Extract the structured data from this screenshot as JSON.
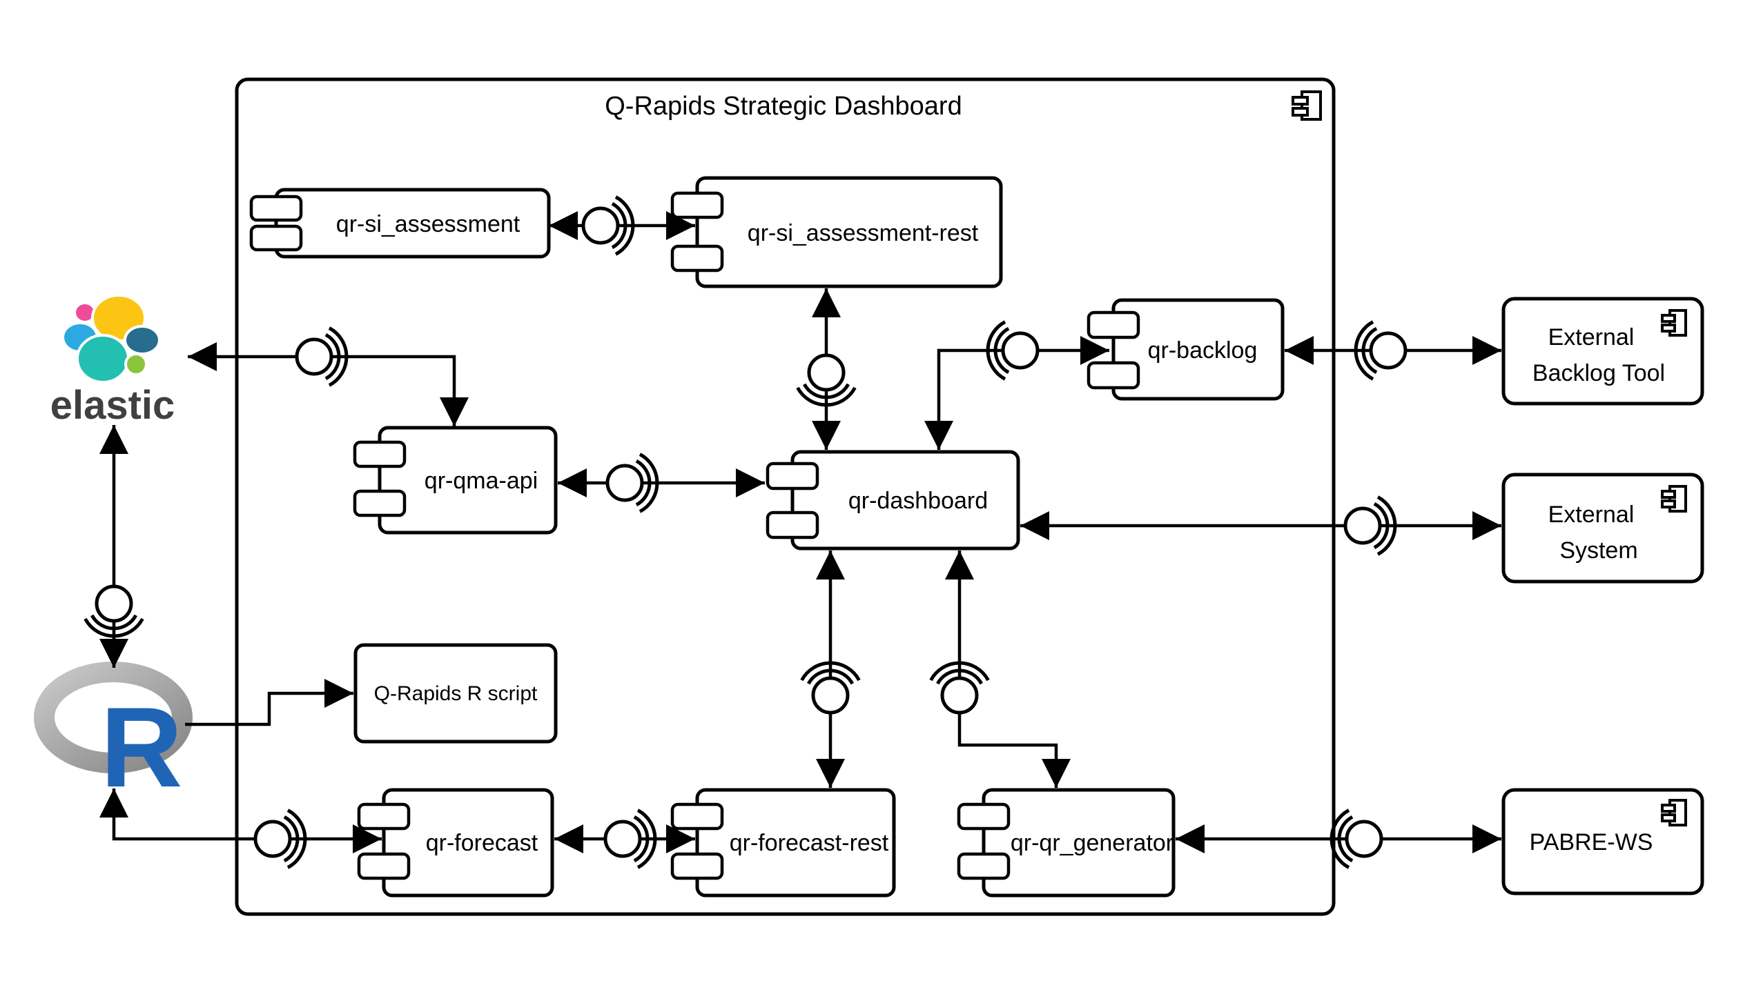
{
  "diagram": {
    "title": "Q-Rapids Strategic Dashboard",
    "type": "uml-component-diagram"
  },
  "components": {
    "si_assessment": "qr-si_assessment",
    "si_assessment_rest": "qr-si_assessment-rest",
    "backlog": "qr-backlog",
    "qma_api": "qr-qma-api",
    "dashboard": "qr-dashboard",
    "r_script": "Q-Rapids R script",
    "forecast": "qr-forecast",
    "forecast_rest": "qr-forecast-rest",
    "qr_generator": "qr-qr_generator"
  },
  "external_systems": {
    "backlog_tool_line1": "External",
    "backlog_tool_line2": "Backlog Tool",
    "system_line1": "External",
    "system_line2": "System",
    "pabre": "PABRE-WS",
    "elastic_logo_text": "elastic",
    "r_logo_text": "R"
  },
  "icons": {
    "component": "uml-component-icon",
    "elastic": "elastic-logo-icon",
    "r": "r-logo-icon"
  },
  "colors": {
    "line": "#000000",
    "background": "#ffffff",
    "elastic_pink": "#ee4c9b",
    "elastic_yellow": "#fdc513",
    "elastic_lightblue": "#2ba9e0",
    "elastic_navy": "#266d8e",
    "elastic_teal": "#23bfb0",
    "elastic_green": "#8bc53e",
    "elastic_text": "#404040",
    "r_blue": "#2064b6",
    "r_gray_light": "#c9c9c9",
    "r_gray_dark": "#858585"
  }
}
